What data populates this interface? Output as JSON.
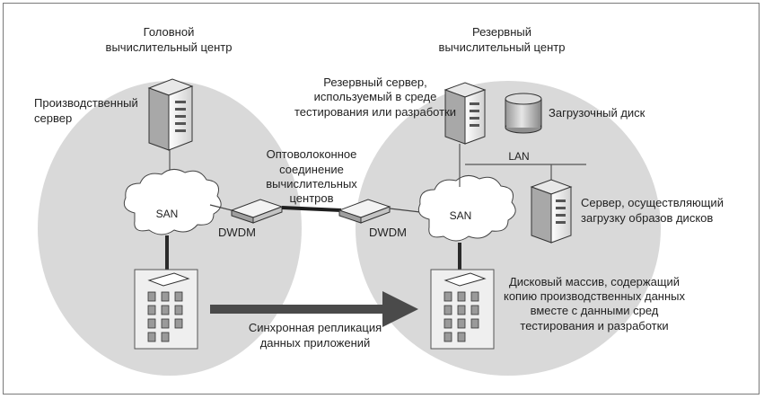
{
  "colors": {
    "site_fill": "#d9d9d9",
    "line": "#444444",
    "arrow": "#4a4a4a",
    "server_face": "#f2f2f2",
    "server_shade": "#b3b3b3"
  },
  "primary_site": {
    "title_line1": "Головной",
    "title_line2": "вычислительный центр",
    "server_label_line1": "Производственный",
    "server_label_line2": "сервер",
    "san_label": "SAN",
    "dwdm_label": "DWDM"
  },
  "backup_site": {
    "title_line1": "Резервный",
    "title_line2": "вычислительный центр",
    "server_label_line1": "Резервный сервер,",
    "server_label_line2": "используемый в среде",
    "server_label_line3": "тестирования или разработки",
    "boot_disk_label": "Загрузочный диск",
    "lan_label": "LAN",
    "image_server_line1": "Сервер, осуществляющий",
    "image_server_line2": "загрузку образов дисков",
    "san_label": "SAN",
    "dwdm_label": "DWDM",
    "array_line1": "Дисковый массив, содержащий",
    "array_line2": "копию производственных данных",
    "array_line3": "вместе с данными сред",
    "array_line4": "тестирования и разработки"
  },
  "fiber_link": {
    "line1": "Оптоволоконное",
    "line2": "соединение",
    "line3": "вычислительных",
    "line4": "центров"
  },
  "replication": {
    "line1": "Синхронная репликация",
    "line2": "данных приложений"
  }
}
